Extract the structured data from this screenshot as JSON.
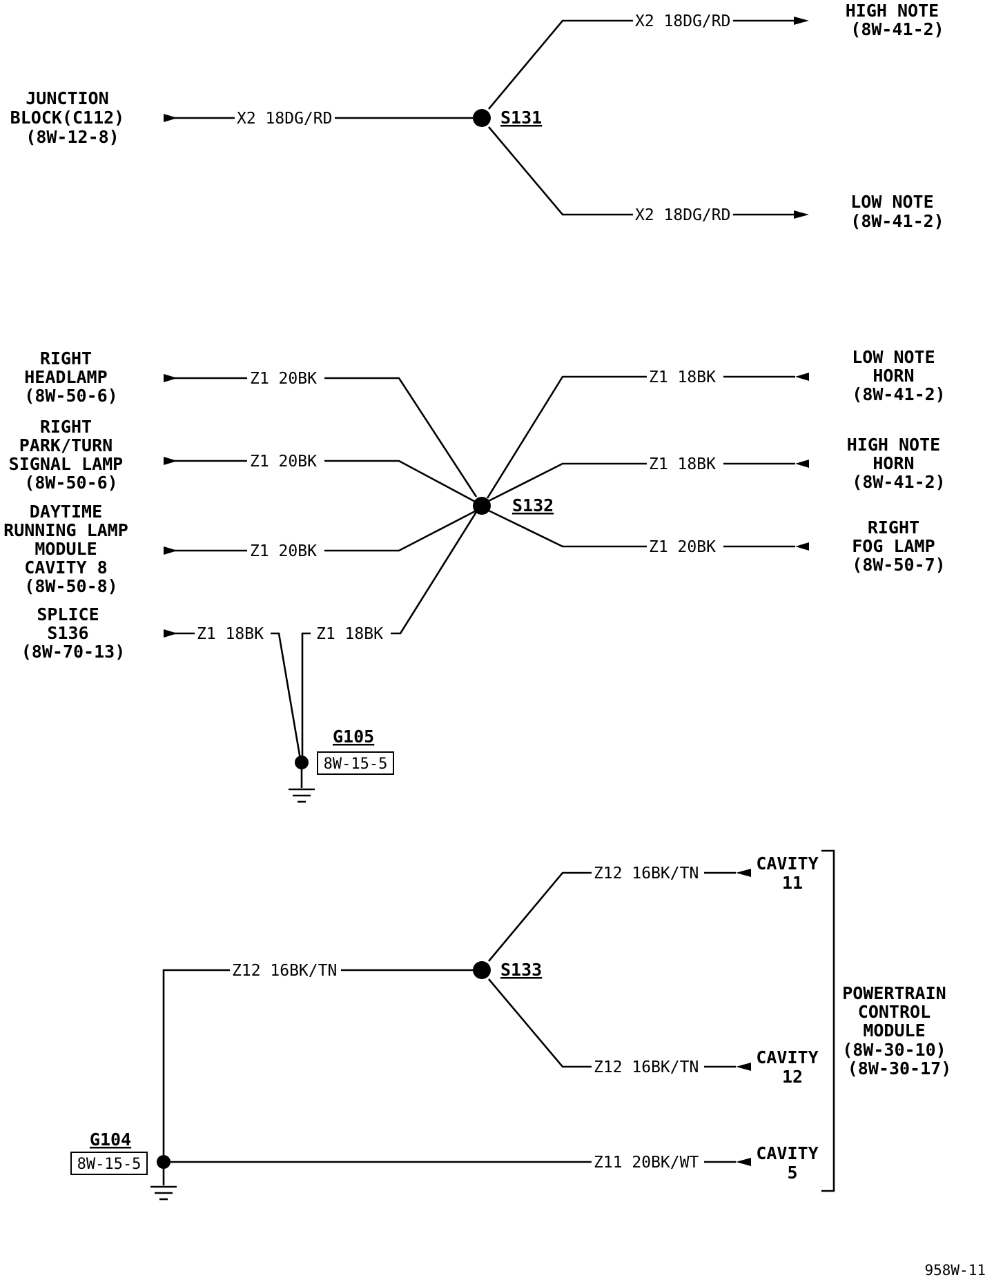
{
  "splices": {
    "s131": "S131",
    "s132": "S132",
    "s133": "S133"
  },
  "grounds": {
    "g105": {
      "label": "G105",
      "ref": "8W-15-5"
    },
    "g104": {
      "label": "G104",
      "ref": "8W-15-5"
    }
  },
  "s131_section": {
    "junction_block": [
      "JUNCTION",
      "BLOCK(C112)",
      "(8W-12-8)"
    ],
    "high_note": [
      "HIGH NOTE",
      "(8W-41-2)"
    ],
    "low_note": [
      "LOW NOTE",
      "(8W-41-2)"
    ],
    "wire_in": "X2 18DG/RD",
    "wire_high": "X2 18DG/RD",
    "wire_low": "X2 18DG/RD"
  },
  "s132_section": {
    "right_headlamp": [
      "RIGHT",
      "HEADLAMP",
      "(8W-50-6)"
    ],
    "right_park_turn": [
      "RIGHT",
      "PARK/TURN",
      "SIGNAL LAMP",
      "(8W-50-6)"
    ],
    "drl_module": [
      "DAYTIME",
      "RUNNING LAMP",
      "MODULE",
      "CAVITY 8",
      "(8W-50-8)"
    ],
    "splice_s136": [
      "SPLICE",
      "S136",
      "(8W-70-13)"
    ],
    "low_note_horn": [
      "LOW NOTE",
      "HORN",
      "(8W-41-2)"
    ],
    "high_note_horn": [
      "HIGH NOTE",
      "HORN",
      "(8W-41-2)"
    ],
    "right_fog_lamp": [
      "RIGHT",
      "FOG LAMP",
      "(8W-50-7)"
    ],
    "wire_headlamp": "Z1 20BK",
    "wire_park_turn": "Z1 20BK",
    "wire_drl": "Z1 20BK",
    "wire_s136": "Z1 18BK",
    "wire_ground": "Z1 18BK",
    "wire_low_horn": "Z1 18BK",
    "wire_high_horn": "Z1 18BK",
    "wire_fog": "Z1 20BK"
  },
  "s133_section": {
    "cavity_11": [
      "CAVITY",
      "11"
    ],
    "cavity_12": [
      "CAVITY",
      "12"
    ],
    "cavity_5": [
      "CAVITY",
      "5"
    ],
    "pcm": [
      "POWERTRAIN",
      "CONTROL",
      "MODULE",
      "(8W-30-10)",
      "(8W-30-17)"
    ],
    "wire_main": "Z12 16BK/TN",
    "wire_c11": "Z12 16BK/TN",
    "wire_c12": "Z12 16BK/TN",
    "wire_c5": "Z11 20BK/WT"
  },
  "figure_id": "958W-11"
}
